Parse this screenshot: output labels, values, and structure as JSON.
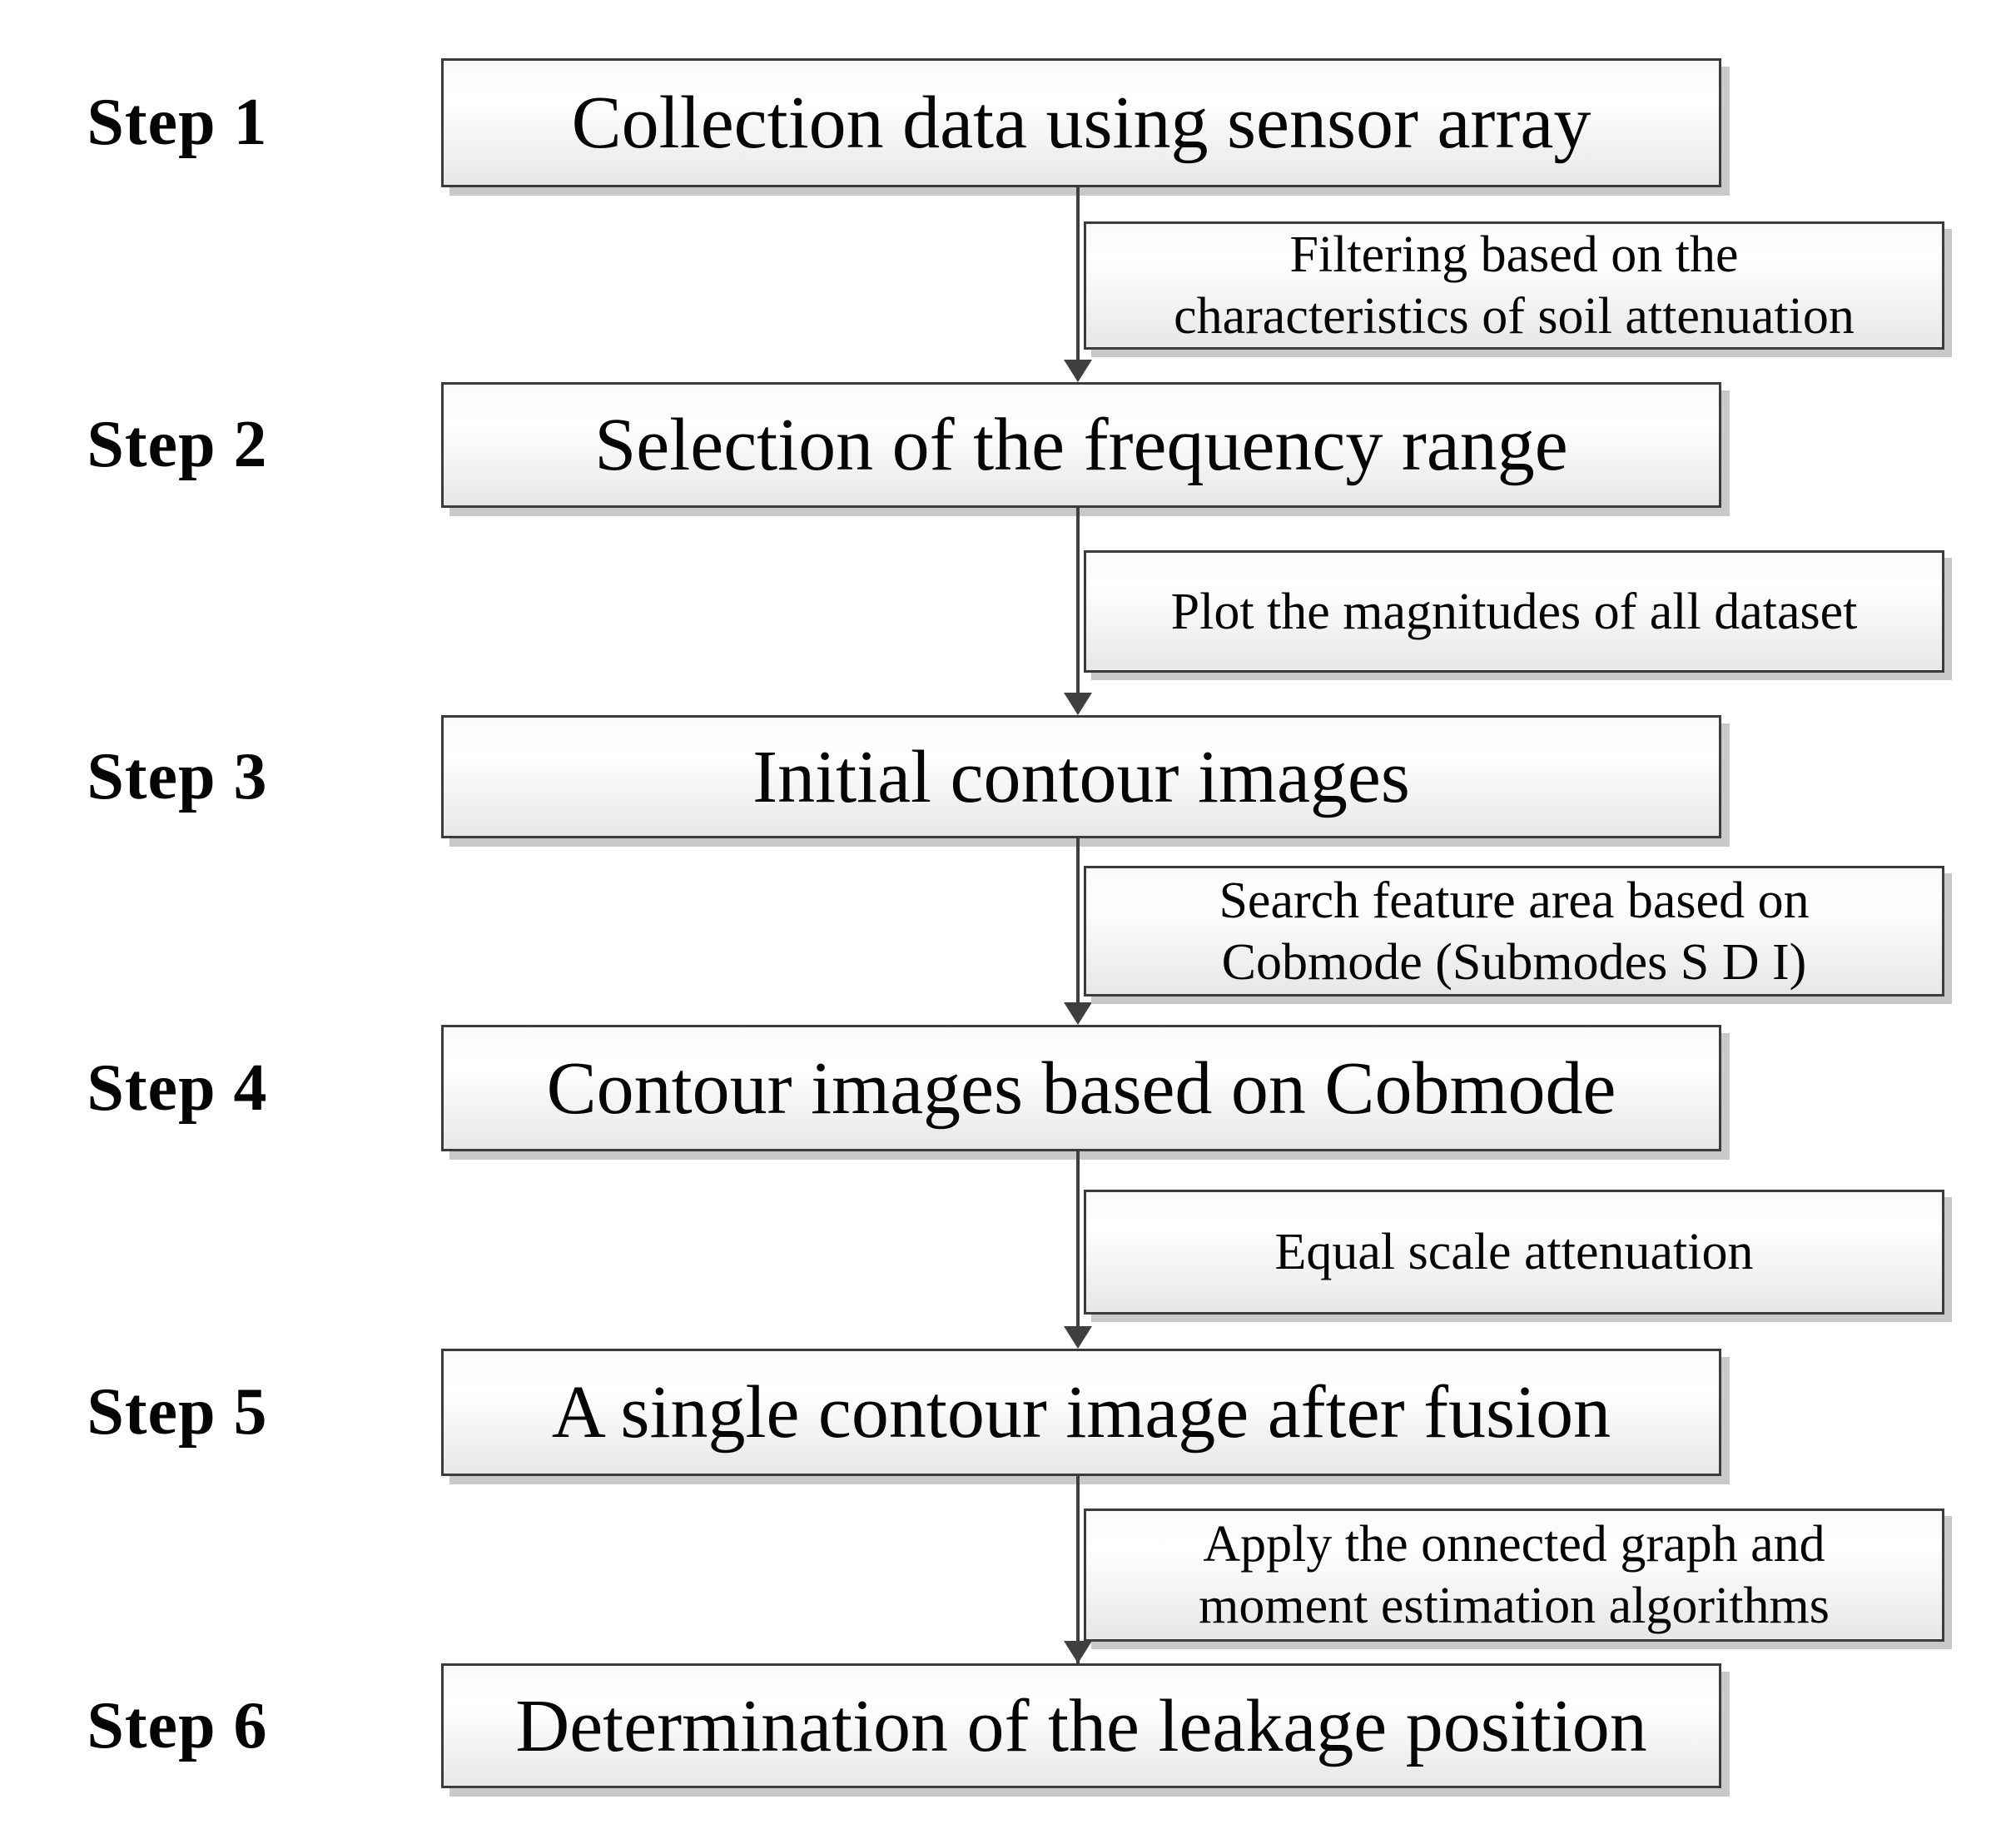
{
  "colors": {
    "box_border": "#3b3b3b",
    "box_shadow": "#c9c9c9",
    "arrow": "#3f3f3f",
    "text": "#050505",
    "box_fill_top": "#fafafa",
    "box_fill_bottom": "#e7e7e7",
    "background": "#ffffff"
  },
  "flowchart": {
    "steps": [
      {
        "label": "Step 1",
        "title": "Collection data using sensor array"
      },
      {
        "label": "Step 2",
        "title": "Selection of the frequency range"
      },
      {
        "label": "Step 3",
        "title": "Initial contour images"
      },
      {
        "label": "Step 4",
        "title": "Contour images based on Cobmode"
      },
      {
        "label": "Step 5",
        "title": "A single contour image after fusion"
      },
      {
        "label": "Step 6",
        "title": "Determination of the leakage position"
      }
    ],
    "transitions": [
      {
        "lines": [
          "Filtering based on the",
          "characteristics of soil attenuation"
        ]
      },
      {
        "lines": [
          "Plot the magnitudes of all dataset",
          ""
        ]
      },
      {
        "lines": [
          "Search feature area based on",
          "Cobmode (Submodes S D I)"
        ]
      },
      {
        "lines": [
          "Equal scale attenuation",
          ""
        ]
      },
      {
        "lines": [
          "Apply the onnected graph and",
          "moment estimation algorithms"
        ]
      }
    ]
  }
}
